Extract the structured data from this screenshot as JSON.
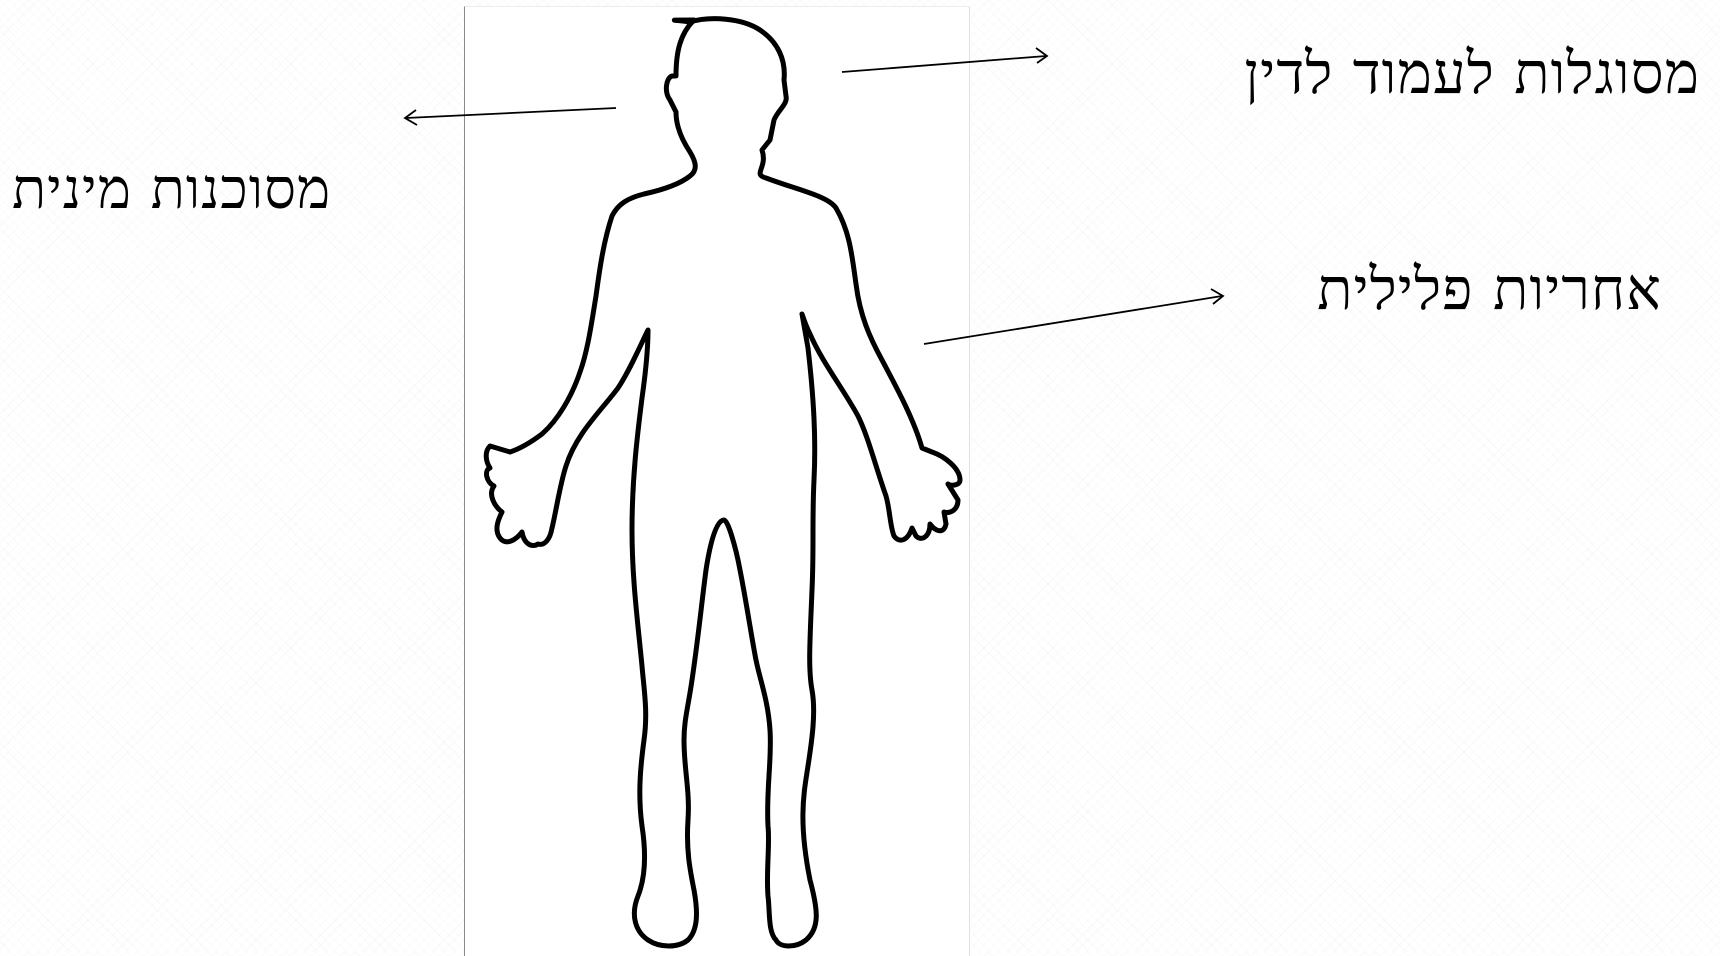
{
  "slide": {
    "labels": {
      "top_right": "מסוגלות לעמוד לדין",
      "left": "מסוכנות מינית",
      "right_middle": "אחריות פלילית"
    }
  },
  "figure": {
    "outline_color": "#000000",
    "frame_border_color": "#8a8a8a",
    "arrow_color": "#000000",
    "icon": "human-body-outline-icon"
  }
}
